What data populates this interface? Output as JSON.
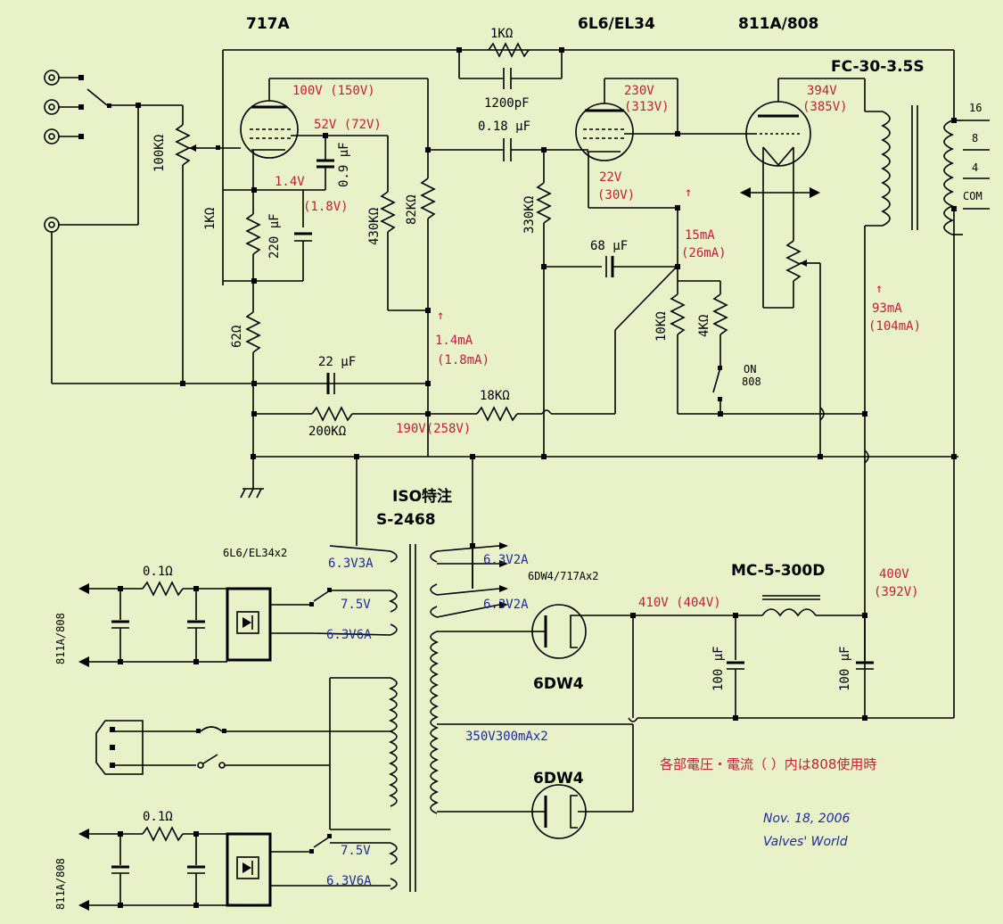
{
  "tubes": {
    "t717a": "717A",
    "t6l6": "6L6/EL34",
    "t811a": "811A/808",
    "rect1": "6DW4",
    "rect2": "6DW4"
  },
  "transformers": {
    "output": "FC-30-3.5S",
    "power_line1": "ISO特注",
    "power_line2": "S-2468",
    "choke": "MC-5-300D"
  },
  "output_taps": [
    "16",
    "8",
    "4",
    "COM"
  ],
  "components": {
    "r_fb": "1KΩ",
    "c_fb": "1200pF",
    "c_couple": "0.18 μF",
    "r_vol": "100KΩ",
    "r_k1": "1KΩ",
    "c_k1": "220 μF",
    "c_g2": "0.9 μF",
    "r_g2": "430KΩ",
    "r_pl1": "82KΩ",
    "r_62": "62Ω",
    "c_22": "22 μF",
    "r_200k": "200KΩ",
    "r_18k": "18KΩ",
    "r_330k": "330KΩ",
    "c_68": "68 μF",
    "r_10k": "10KΩ",
    "r_4k": "4KΩ",
    "sw_label1": "ON",
    "sw_label2": "808",
    "r_01a": "0.1Ω",
    "r_01b": "0.1Ω",
    "c_100a": "100 μF",
    "c_100b": "100 μF"
  },
  "voltages": {
    "v100": "100V (150V)",
    "v52": "52V (72V)",
    "v14": "1.4V",
    "v18": "(1.8V)",
    "i14": "1.4mA",
    "i18": "(1.8mA)",
    "v190": "190V(258V)",
    "v230a": "230V",
    "v230b": "(313V)",
    "v22a": "22V",
    "v22b": "(30V)",
    "i15a": "15mA",
    "i15b": "(26mA)",
    "v394a": "394V",
    "v394b": "(385V)",
    "i93a": "93mA",
    "i93b": "(104mA)",
    "v410": "410V (404V)",
    "v400a": "400V",
    "v400b": "(392V)",
    "arrow": "↑"
  },
  "windings": {
    "w1": "6.3V3A",
    "w2": "7.5V",
    "w3": "6.3V6A",
    "w4": "6.3V2A",
    "w5": "6.3V2A",
    "w6": "350V300mAx2",
    "w7": "7.5V",
    "w8": "6.3V6A"
  },
  "heater_labels": {
    "h1": "6L6/EL34x2",
    "h2": "6DW4/717Ax2",
    "side1": "811A/808",
    "side2": "811A/808"
  },
  "note": "各部電圧・電流（ ）内は808使用時",
  "signature": {
    "date": "Nov. 18, 2006",
    "site": "Valves' World"
  }
}
